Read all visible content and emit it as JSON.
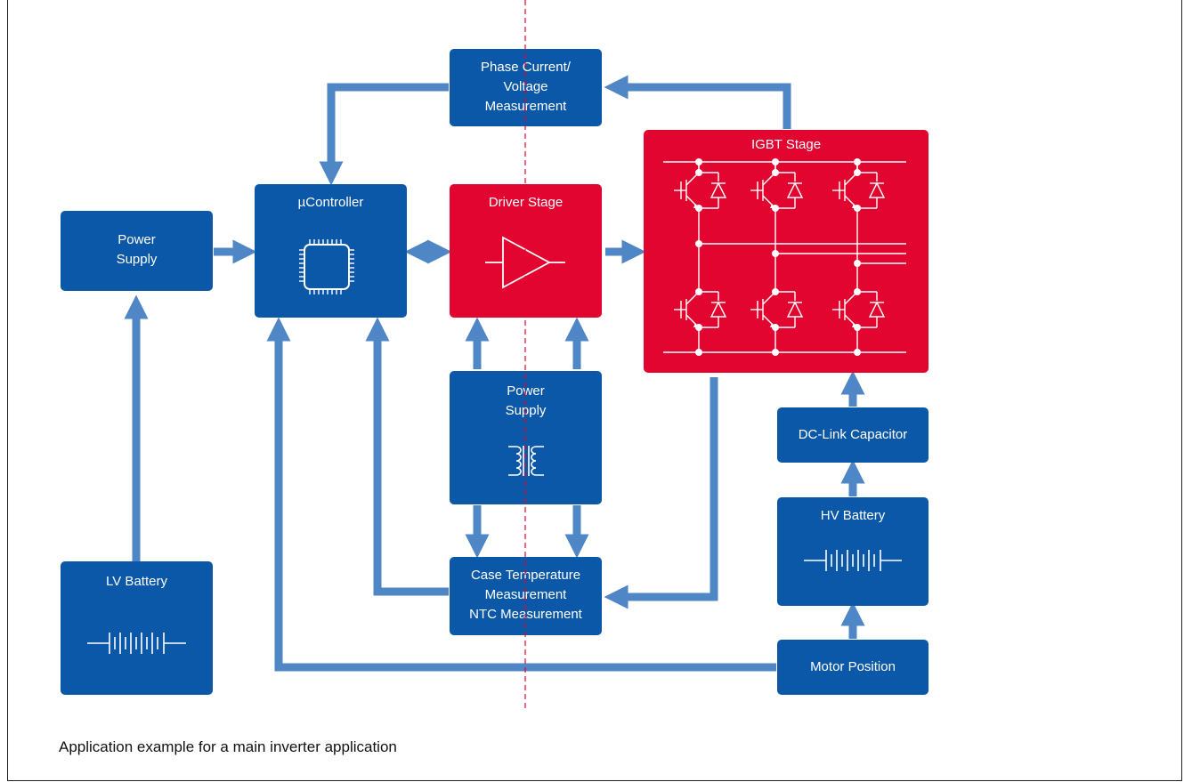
{
  "blocks": {
    "power_supply_left": "Power\nSupply",
    "lv_battery": "LV Battery",
    "ucontroller": "µController",
    "driver_stage": "Driver Stage",
    "phase_measure": "Phase Current/\nVoltage\nMeasurement",
    "igbt_stage": "IGBT Stage",
    "power_supply_mid": "Power\nSupply",
    "case_temp": "Case Temperature\nMeasurement\nNTC Measurement",
    "dc_link": "DC-Link Capacitor",
    "hv_battery": "HV Battery",
    "motor_position": "Motor Position"
  },
  "caption": "Application example for a main inverter application",
  "colors": {
    "block_blue": "#0b58a8",
    "block_red": "#e10530",
    "arrow": "#4f86c6",
    "isolation_line": "#e10530"
  }
}
